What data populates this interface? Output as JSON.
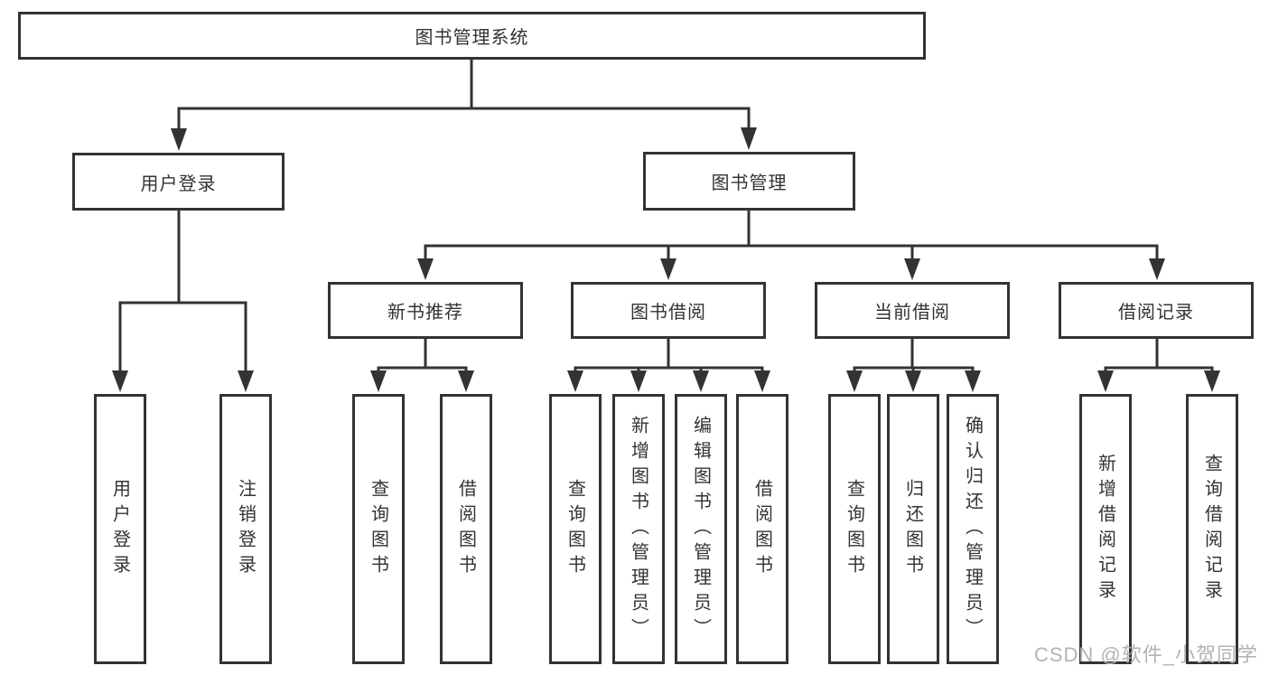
{
  "diagram": {
    "root": {
      "label": "图书管理系统"
    },
    "branches": [
      {
        "label": "用户登录"
      },
      {
        "label": "图书管理"
      }
    ],
    "modules": [
      {
        "label": "新书推荐",
        "parent": "图书管理"
      },
      {
        "label": "图书借阅",
        "parent": "图书管理"
      },
      {
        "label": "当前借阅",
        "parent": "图书管理"
      },
      {
        "label": "借阅记录",
        "parent": "图书管理"
      }
    ],
    "leaves": [
      {
        "label": "用户登录",
        "parent": "用户登录"
      },
      {
        "label": "注销登录",
        "parent": "用户登录"
      },
      {
        "label": "查询图书",
        "parent": "新书推荐"
      },
      {
        "label": "借阅图书",
        "parent": "新书推荐"
      },
      {
        "label": "查询图书",
        "parent": "图书借阅"
      },
      {
        "label": "新增图书（管理员）",
        "parent": "图书借阅"
      },
      {
        "label": "编辑图书（管理员）",
        "parent": "图书借阅"
      },
      {
        "label": "借阅图书",
        "parent": "图书借阅"
      },
      {
        "label": "查询图书",
        "parent": "当前借阅"
      },
      {
        "label": "归还图书",
        "parent": "当前借阅"
      },
      {
        "label": "确认归还（管理员）",
        "parent": "当前借阅"
      },
      {
        "label": "新增借阅记录",
        "parent": "借阅记录"
      },
      {
        "label": "查询借阅记录",
        "parent": "借阅记录"
      }
    ],
    "colors": {
      "line": "#333333",
      "text": "#333333",
      "box_fill": "#ffffff",
      "background": "#ffffff",
      "watermark": "#b3b3b3"
    }
  },
  "watermark": {
    "text": "CSDN @软件_小贺同学"
  }
}
